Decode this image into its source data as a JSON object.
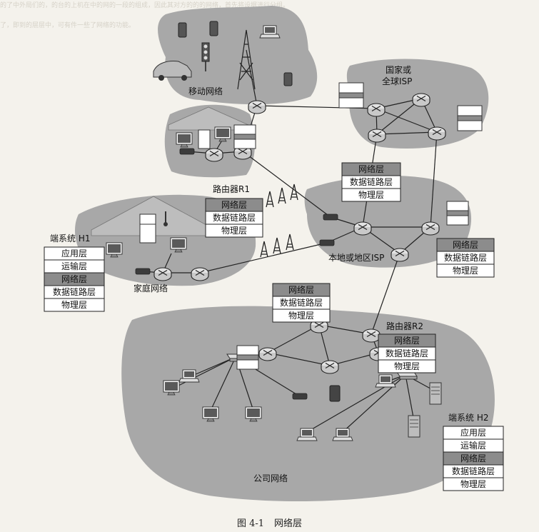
{
  "regions": {
    "mobile": "移动网络",
    "isp_global_line1": "国家或",
    "isp_global_line2": "全球ISP",
    "home": "家庭网络",
    "isp_local": "本地或地区ISP",
    "company": "公司网络"
  },
  "routers": {
    "r1": "路由器R1",
    "r2": "路由器R2"
  },
  "end_systems": {
    "h1": "端系统 H1",
    "h2": "端系统 H2"
  },
  "layers": {
    "application": "应用层",
    "transport": "运输层",
    "network": "网络层",
    "datalink": "数据链路层",
    "physical": "物理层"
  },
  "caption": {
    "number": "图 4-1",
    "title": "网络层"
  },
  "colors": {
    "cloud": "#a8a8a8",
    "network_layer_fill": "#8c8c8c",
    "box_fill": "#ffffff",
    "router_fill": "#e2e2e2"
  }
}
